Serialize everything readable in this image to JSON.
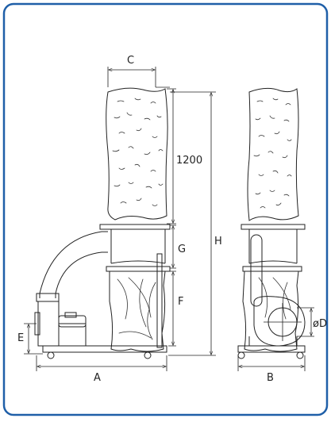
{
  "colors": {
    "frame": "#1f5fa8",
    "line": "#222222",
    "background": "#ffffff"
  },
  "labels": {
    "c": "C",
    "h": "H",
    "bag_height": "1200",
    "g": "G",
    "f": "F",
    "e": "E",
    "a": "A",
    "b": "B",
    "d": "øD"
  }
}
